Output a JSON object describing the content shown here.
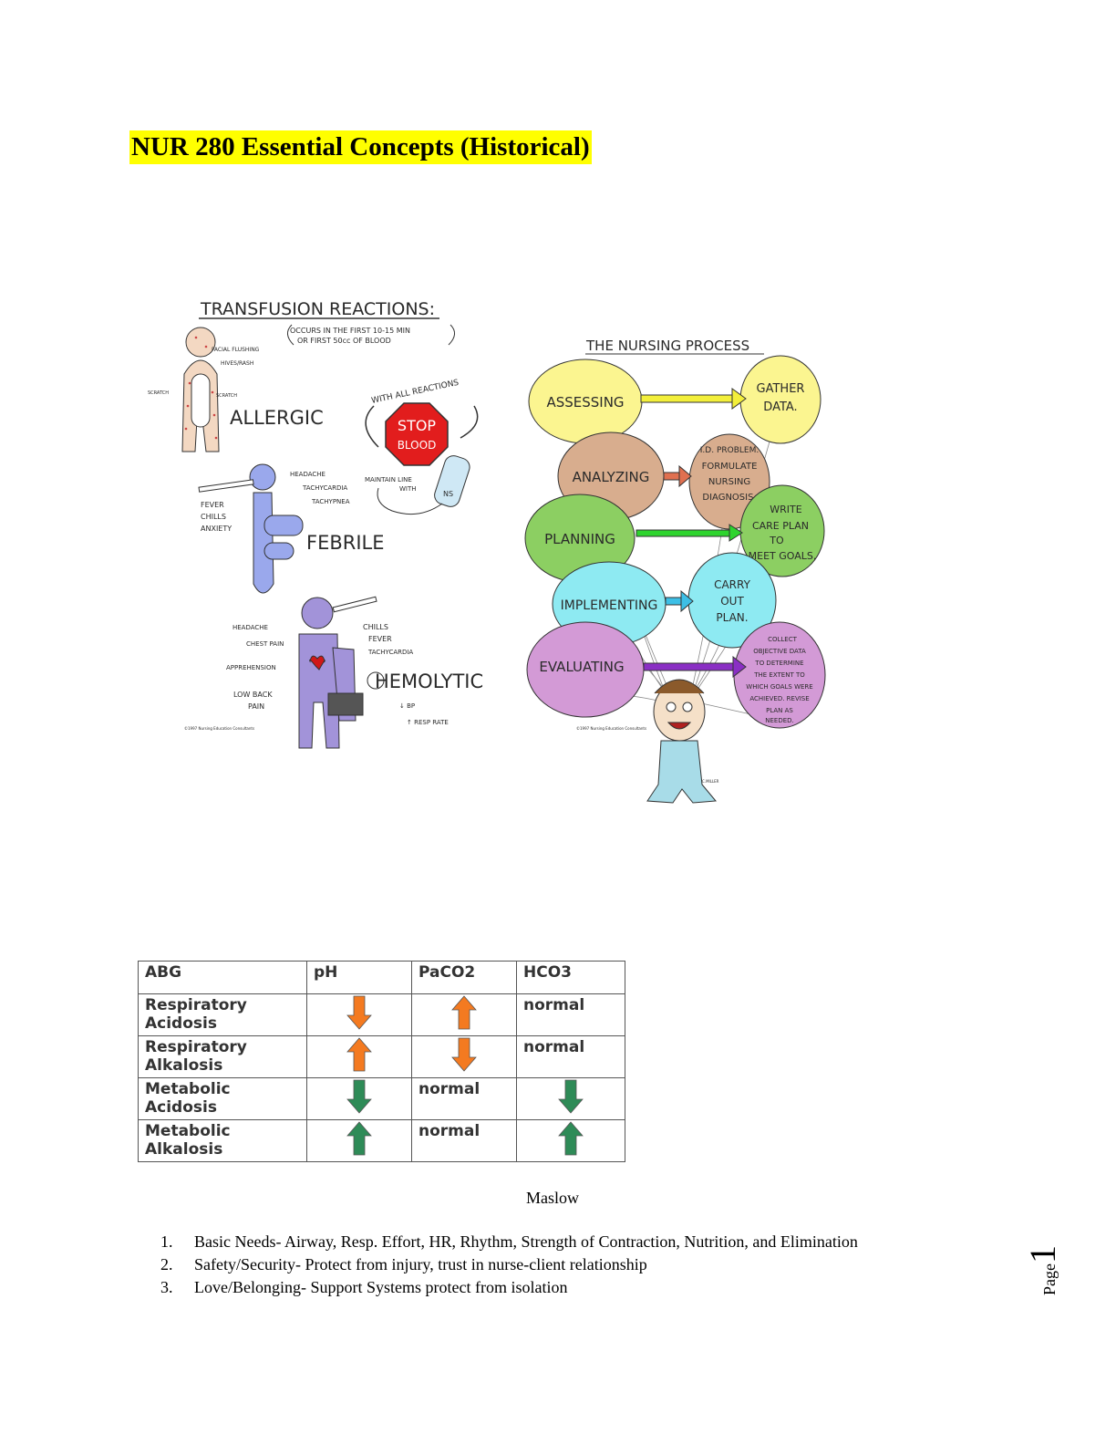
{
  "title": "NUR 280 Essential Concepts (Historical)",
  "transfusion": {
    "heading": "TRANSFUSION REACTIONS:",
    "note1": "OCCURS IN THE FIRST 10-15 MIN",
    "note2": "OR FIRST 50cc OF BLOOD",
    "allergic_label": "ALLERGIC",
    "allergic_signs": [
      "FACIAL FLUSHING",
      "HIVES/RASH"
    ],
    "scratch_left": "SCRATCH",
    "scratch_right": "SCRATCH",
    "with_all": "WITH ALL REACTIONS",
    "stop1": "STOP",
    "stop2": "BLOOD",
    "maintain1": "MAINTAIN LINE",
    "maintain2": "WITH",
    "ns": "NS",
    "febrile_label": "FEBRILE",
    "febrile_signs_right": [
      "HEADACHE",
      "TACHYCARDIA",
      "TACHYPNEA"
    ],
    "febrile_signs_left": [
      "FEVER",
      "CHILLS",
      "ANXIETY"
    ],
    "hemolytic_label": "HEMOLYTIC",
    "hemolytic_signs_left": [
      "HEADACHE",
      "CHEST PAIN",
      "APPREHENSION",
      "LOW BACK",
      "PAIN"
    ],
    "hemolytic_signs_right": [
      "CHILLS",
      "FEVER",
      "TACHYCARDIA"
    ],
    "hemolytic_signs_bottom": [
      "↓ BP",
      "↑ RESP RATE"
    ],
    "copyright": "©1997 Nursing Education Consultants"
  },
  "nursing_process": {
    "heading": "THE NURSING PROCESS",
    "steps": [
      {
        "name": "ASSESSING",
        "action": "GATHER DATA.",
        "color": "#fbf590",
        "arrow": "#f3ef3a"
      },
      {
        "name": "ANALYZING",
        "action": "I.D. PROBLEM. FORMULATE NURSING DIAGNOSIS.",
        "color": "#d8ad8e",
        "arrow": "#e07050"
      },
      {
        "name": "PLANNING",
        "action": "WRITE CARE PLAN TO MEET GOALS.",
        "color": "#8ccf62",
        "arrow": "#2ed42e"
      },
      {
        "name": "IMPLEMENTING",
        "action": "CARRY OUT PLAN.",
        "color": "#8eeaf2",
        "arrow": "#3cbfe6"
      },
      {
        "name": "EVALUATING",
        "action": "COLLECT OBJECTIVE DATA TO DETERMINE THE EXTENT TO WHICH GOALS WERE ACHIEVED. REVISE PLAN AS NEEDED.",
        "color": "#d39ad6",
        "arrow": "#8a2fc4"
      }
    ],
    "signature": "C.MILLER",
    "copyright": "©1997 Nursing Education Consultants"
  },
  "abg_table": {
    "headers": [
      "ABG",
      "pH",
      "PaCO2",
      "HCO3"
    ],
    "rows": [
      {
        "label": [
          "Respiratory",
          "Acidosis"
        ],
        "ph": "down",
        "paco2": "up",
        "hco3": "normal",
        "color": "#f47a20"
      },
      {
        "label": [
          "Respiratory",
          "Alkalosis"
        ],
        "ph": "up",
        "paco2": "down",
        "hco3": "normal",
        "color": "#f47a20"
      },
      {
        "label": [
          "Metabolic",
          "Acidosis"
        ],
        "ph": "down",
        "paco2": "normal",
        "hco3": "down",
        "color": "#2e8b57"
      },
      {
        "label": [
          "Metabolic",
          "Alkalosis"
        ],
        "ph": "up",
        "paco2": "normal",
        "hco3": "up",
        "color": "#2e8b57"
      }
    ]
  },
  "maslow": {
    "heading": "Maslow",
    "items": [
      {
        "num": "1.",
        "text": "Basic Needs- Airway, Resp. Effort, HR, Rhythm, Strength of Contraction, Nutrition, and Elimination"
      },
      {
        "num": "2.",
        "text": "Safety/Security- Protect from injury, trust in nurse-client relationship"
      },
      {
        "num": "3.",
        "text": "Love/Belonging- Support Systems protect from isolation"
      }
    ]
  },
  "page": {
    "label": "Page",
    "number": "1"
  }
}
